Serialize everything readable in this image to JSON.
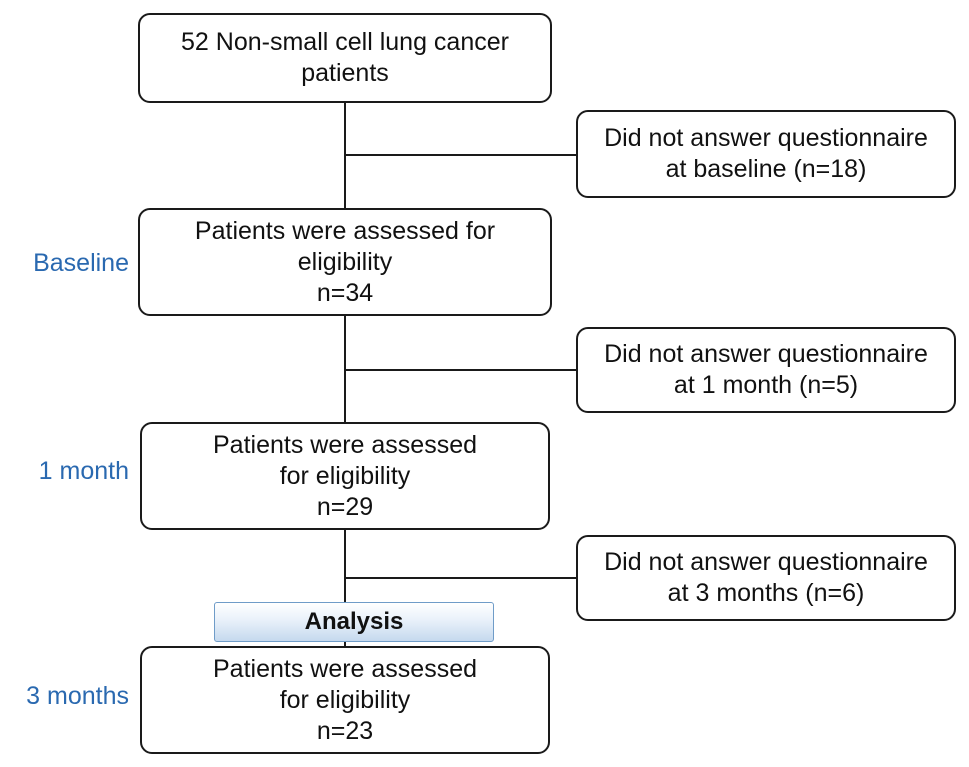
{
  "colors": {
    "stage_label": "#2a69b0",
    "box_border": "#1a1a1a",
    "connector": "#1a1a1a",
    "analysis_gradient_top": "#ffffff",
    "analysis_gradient_bottom": "#c5d9ee",
    "analysis_border": "#6f9cc8"
  },
  "boxes": {
    "start": {
      "line1": "52 Non-small cell lung cancer",
      "line2": "patients"
    },
    "baseline": {
      "line1": "Patients were assessed for",
      "line2": "eligibility",
      "line3": "n=34"
    },
    "month1": {
      "line1": "Patients were assessed",
      "line2": "for eligibility",
      "line3": "n=29"
    },
    "month3": {
      "line1": "Patients were assessed",
      "line2": "for eligibility",
      "line3": "n=23"
    }
  },
  "exclusions": {
    "baseline": {
      "line1": "Did not answer questionnaire",
      "line2": "at baseline (n=18)"
    },
    "month1": {
      "line1": "Did not answer questionnaire",
      "line2": "at 1 month (n=5)"
    },
    "month3": {
      "line1": "Did not answer questionnaire",
      "line2": "at 3 months (n=6)"
    }
  },
  "stages": {
    "baseline": "Baseline",
    "month1": "1 month",
    "month3": "3 months"
  },
  "analysis_label": "Analysis"
}
